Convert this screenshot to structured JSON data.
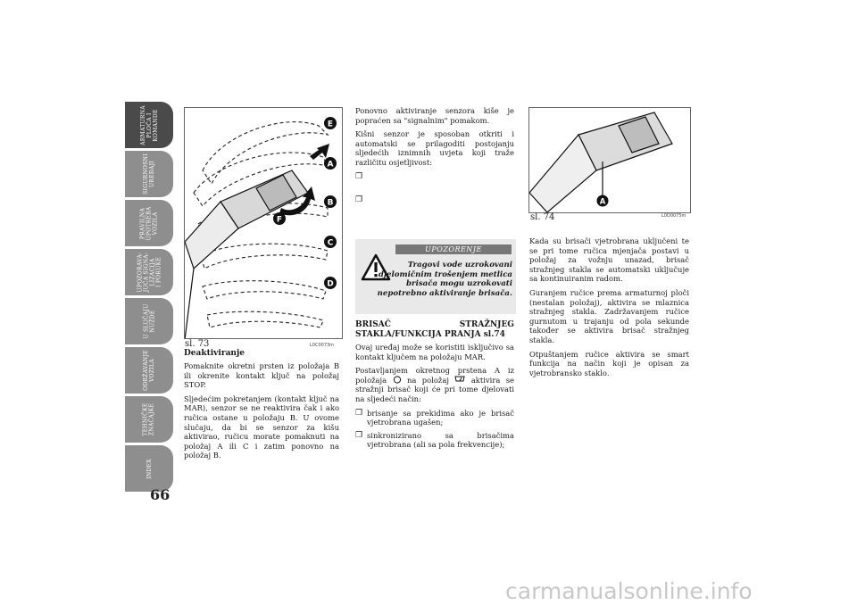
{
  "sidebar": {
    "tabs": [
      {
        "label": "ARMATURNA\nPLOČA I\nKOMANDE",
        "active": true
      },
      {
        "label": "SIGURNOSNI\nUREĐAJI",
        "active": false
      },
      {
        "label": "PRAVILNA\nUPOTREBA\nVOZILA",
        "active": false
      },
      {
        "label": "UPOZORAVA-\nJUĆA SIGNA-\nLIZACIJA\nI PORUKE",
        "active": false
      },
      {
        "label": "U SLUČAJU\nNUŽDE",
        "active": false
      },
      {
        "label": "ODRŽAVANJE\nVOZILA",
        "active": false
      },
      {
        "label": "TEHNIČKE\nZNAČAJKE",
        "active": false
      },
      {
        "label": "INDEX",
        "active": false
      }
    ]
  },
  "page_number": "66",
  "figure73": {
    "caption": "sl. 73",
    "code": "L0C0073m",
    "labels": {
      "E": "E",
      "A": "A",
      "B": "B",
      "C": "C",
      "D": "D",
      "F": "F"
    }
  },
  "figure74": {
    "caption": "sl. 74",
    "code": "L0D0075m",
    "labels": {
      "A": "A"
    }
  },
  "col1": {
    "heading": "Deaktiviranje",
    "p1": "Pomaknite okretni prsten iz položaja B ili okrenite kontakt ključ na položaj STOP.",
    "p2": "Sljedećim pokretanjem (kontakt ključ na MAR), senzor se ne reaktivira čak i ako ručica ostane u položaju B. U ovome slučaju, da bi se senzor za kišu aktivirao, ručicu morate pomaknuti na položaj A ili C i zatim ponovno na položaj B."
  },
  "col2": {
    "p1": "Ponovno aktiviranje senzora kiše je popraćen sa \"signalnim\" pomakom.",
    "p2": "Kišni senzor je sposoban otkriti i automatski se prilagoditi postojanju sljedećih iznimnih uvjeta koji traže različitu osjetljivost:",
    "bullets_top": [
      "",
      ""
    ],
    "bullet_mark": "❐",
    "warning": {
      "title": "UPOZORENJE",
      "text": "Tragovi vode uzrokovani djelomičnim trošenjem metlica brisača mogu uzrokovati nepotrebno aktiviranje brisača."
    },
    "heading": "BRISAČ STRAŽNJEG STAKLA/FUNKCIJA PRANJA sl.74",
    "p3": "Ovaj uređaj može se koristiti isključivo sa kontakt ključem na položaju MAR.",
    "p4a": "Postavljanjem okretnog prstena A iz položaja",
    "p4b": "na položaj",
    "p4c": "aktivira se stražnji brisač koji će pri tome djelovati na sljedeći način:",
    "bullets": [
      "brisanje sa prekidima ako je brisač vjetrobrana ugašen;",
      "sinkronizirano sa brisačima vjetrobrana (ali sa pola frekvencije);"
    ]
  },
  "col3": {
    "p1": "Kada su brisači vjetrobrana uključeni te se pri tome ručica mjenjača postavi u položaj za vožnju unazad, brisač stražnjeg stakla se automatski uključuje sa kontinuiranim radom.",
    "p2": "Guranjem ručice prema armaturnoj ploči (nestalan položaj), aktivira se mlaznica stražnjeg stakla. Zadržavanjem ručice gurnutom u trajanju od pola sekunde također se aktivira brisač stražnjeg stakla.",
    "p3": "Otpuštanjem ručice aktivira se smart funkcija na način koji je opisan za vjetrobransko staklo."
  },
  "watermark": "carmanualsonline.info"
}
